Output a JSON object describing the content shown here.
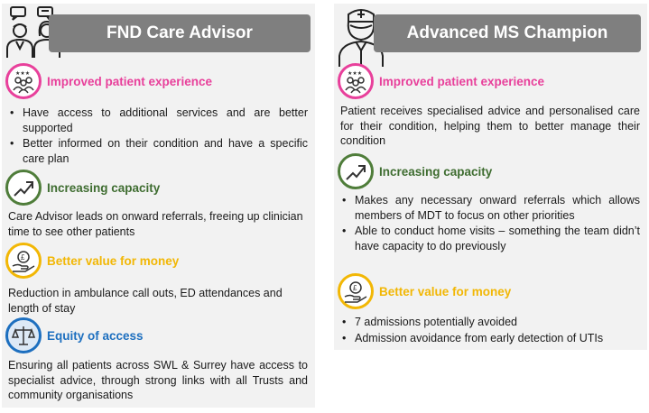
{
  "left": {
    "title": "FND Care Advisor",
    "sections": [
      {
        "title": "Improved patient experience",
        "icon": "patients-icon",
        "color": "#e8409b",
        "bullets": [
          "Have access to additional services and are better supported",
          "Better informed on their condition and have a specific care plan"
        ]
      },
      {
        "title": "Increasing capacity",
        "icon": "trend-up-icon",
        "color": "#3f6d31",
        "text": "Care Advisor leads on onward referrals, freeing up clinician time to see other patients"
      },
      {
        "title": "Better value for money",
        "icon": "money-hand-icon",
        "color": "#f2b705",
        "text": "Reduction in ambulance call outs, ED attendances and length of stay"
      },
      {
        "title": "Equity of access",
        "icon": "scales-icon",
        "color": "#1d6fbf",
        "text": "Ensuring all patients across SWL & Surrey have access to specialist advice, through strong links with all Trusts and community organisations"
      }
    ]
  },
  "right": {
    "title": "Advanced MS Champion",
    "sections": [
      {
        "title": "Improved patient experience",
        "icon": "patients-icon",
        "color": "#e8409b",
        "text": "Patient receives specialised advice and personalised care for their condition, helping them to better manage their condition"
      },
      {
        "title": "Increasing capacity",
        "icon": "trend-up-icon",
        "color": "#3f6d31",
        "bullets": [
          "Makes any necessary onward referrals which allows members of MDT to focus on other priorities",
          "Able to conduct home visits – something the team didn’t have capacity to do previously"
        ]
      },
      {
        "title": "Better value for money",
        "icon": "money-hand-icon",
        "color": "#f2b705",
        "bullets": [
          "7 admissions potentially avoided",
          "Admission avoidance from early detection of UTIs"
        ]
      }
    ]
  }
}
